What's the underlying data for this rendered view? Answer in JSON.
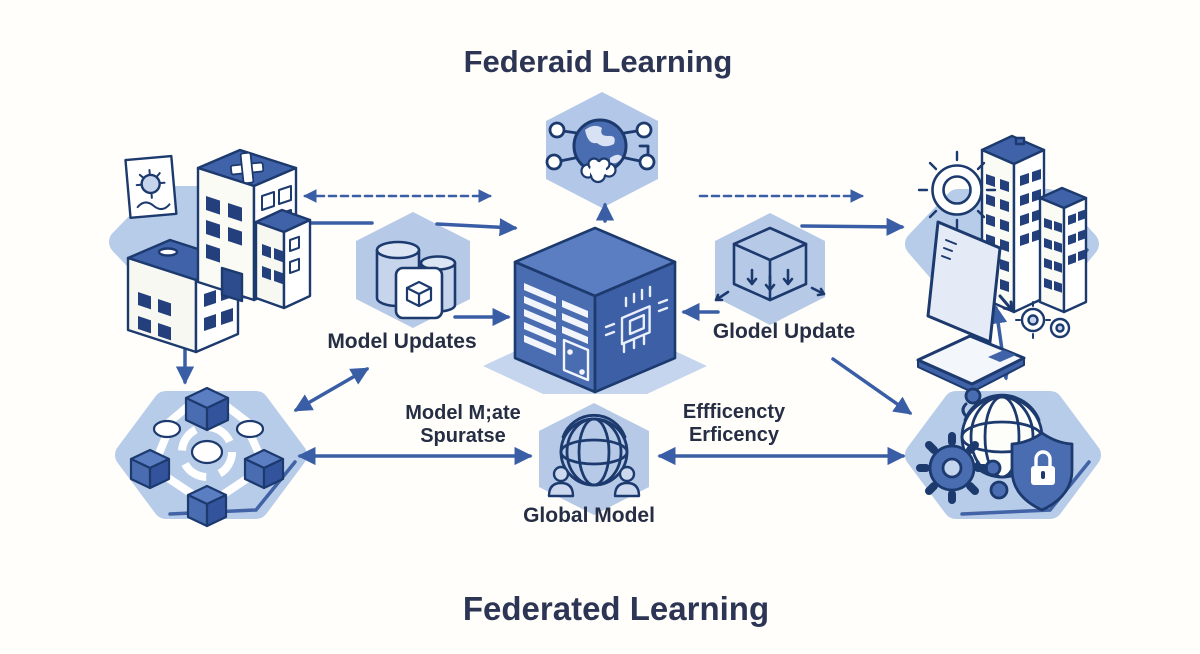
{
  "titles": {
    "top": "Federaid Learning",
    "bottom": "Federated Learning"
  },
  "labels": {
    "model_updates": "Model Updates",
    "global_update": "Glodel Update",
    "model_mate_1": "Model M;ate",
    "model_mate_2": "Spuratse",
    "efficiency_1": "Effficencty",
    "efficiency_2": "Erficency",
    "global_model": "Global Model"
  },
  "icons": {
    "top_left": "hospital-building-icon",
    "top_center": "global-network-icon",
    "center": "server-cube-icon",
    "model_updates": "database-cylinders-icon",
    "global_update": "wireframe-cube-icon",
    "bottom_left": "distributed-nodes-icon",
    "global_model": "globe-users-icon",
    "top_right": "organization-devices-icon",
    "bottom_right": "secure-global-network-icon"
  },
  "colors": {
    "background": "#fffefb",
    "title_text": "#2c3554",
    "label_text": "#262e44",
    "hexagon_fill": "#b6cae8",
    "platform_fill": "#c6d5ee",
    "blob_edge": "#2e509a",
    "arrow": "#3a5ea6",
    "icon_outline": "#1c3a6e",
    "primary_blue": "#4a6db2",
    "dark_blue": "#3c5fa6",
    "light_blue": "#5b7ec3",
    "roof_blue": "#3f62a8",
    "white": "#ffffff"
  }
}
